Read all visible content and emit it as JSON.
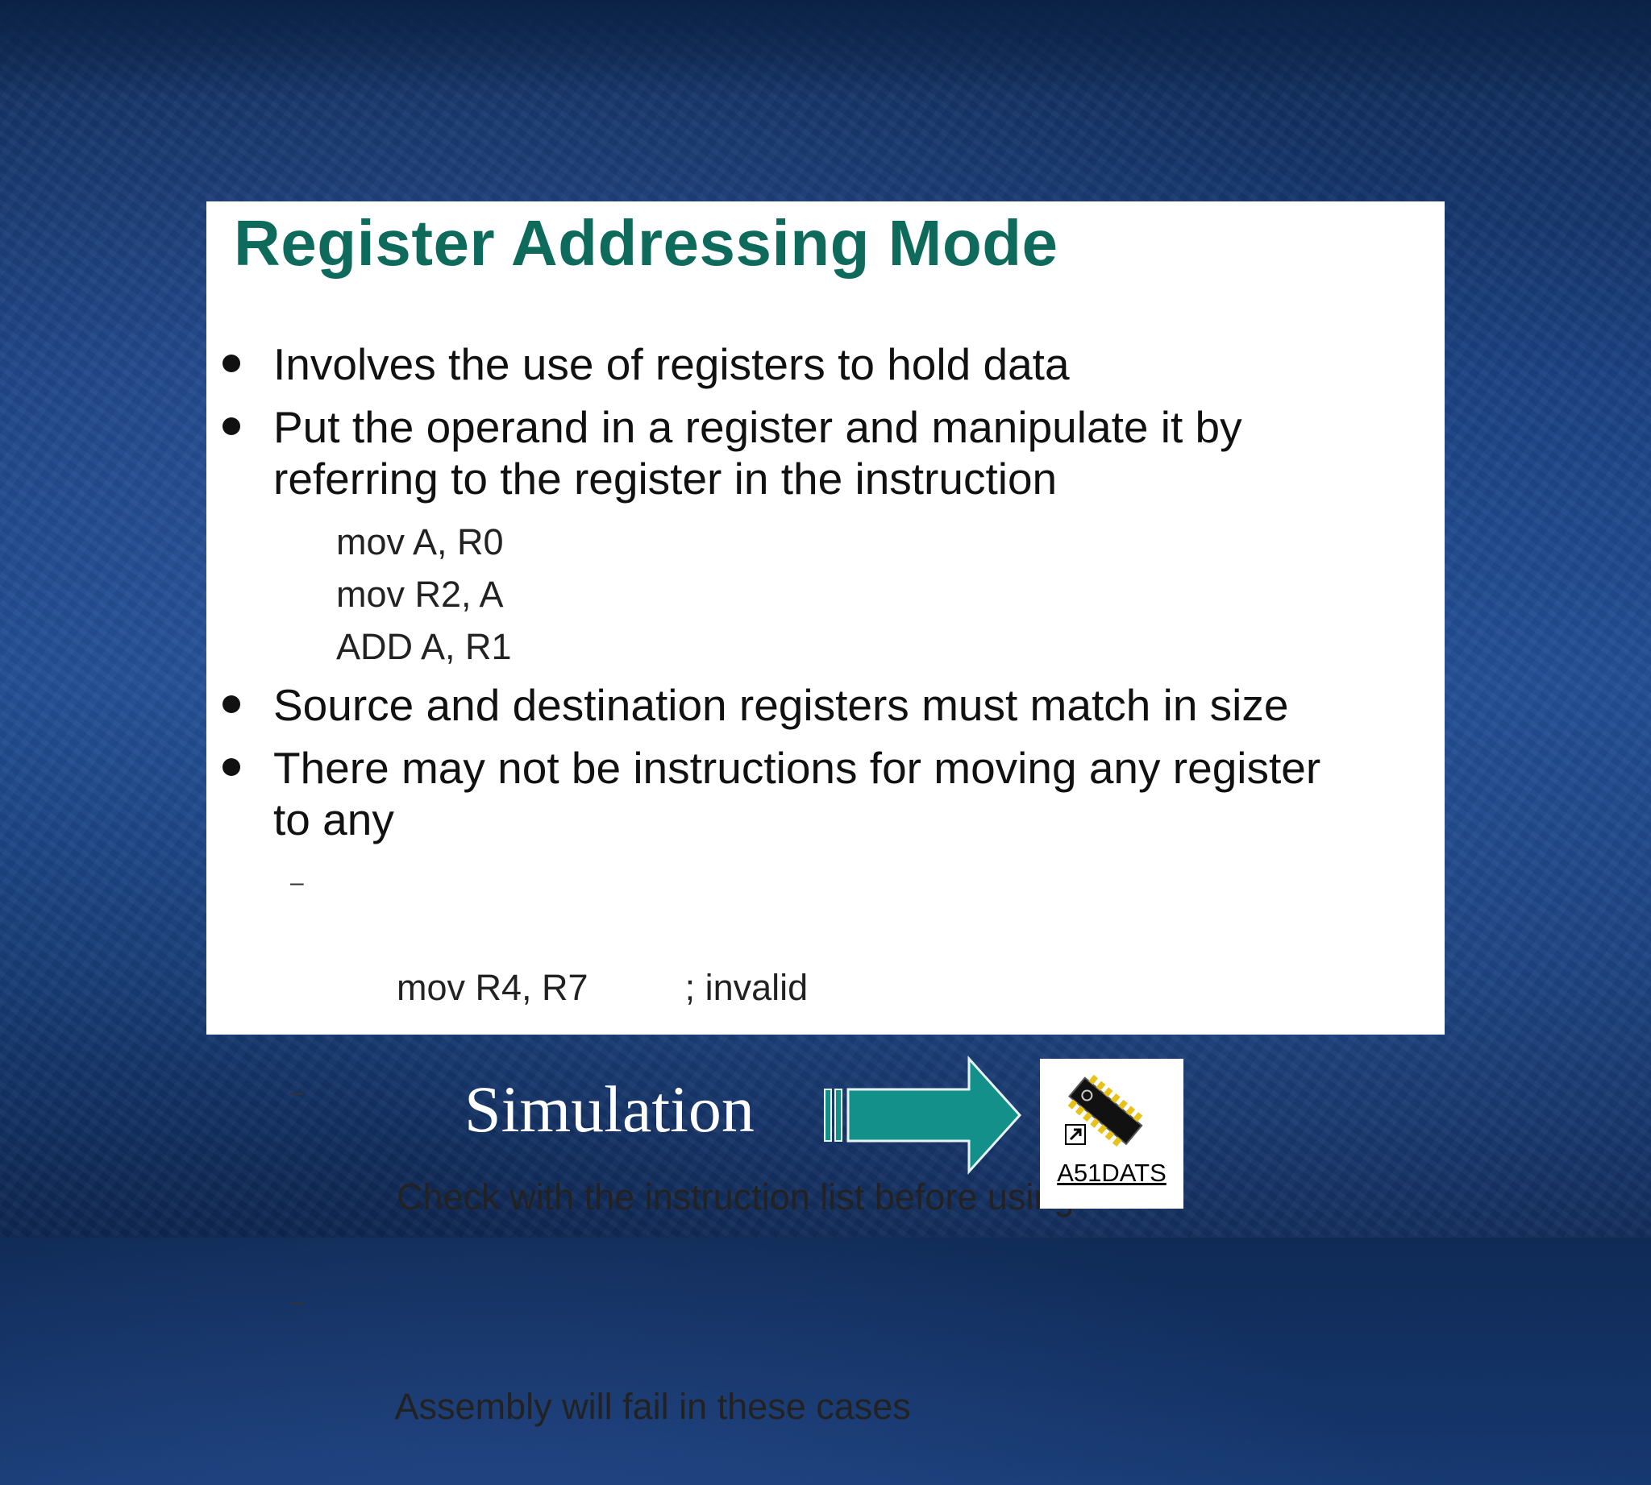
{
  "slide": {
    "title": "Register Addressing Mode",
    "bullets": [
      {
        "text": "Involves the use of registers to hold data"
      },
      {
        "line1": "Put the operand in a register and manipulate it by",
        "line2": "referring to the register in the instruction"
      },
      {
        "text": "Source and destination registers must match in size"
      },
      {
        "line1": "There may not be instructions for moving any register",
        "line2": "to any"
      }
    ],
    "code_lines": [
      "mov A, R0",
      "mov R2, A",
      "ADD A, R1"
    ],
    "sub_items": [
      {
        "text": "mov R4, R7",
        "comment": "; invalid"
      },
      {
        "text": "Check with the instruction list before using"
      },
      {
        "text": "Assembly will fail in these cases"
      }
    ]
  },
  "footer": {
    "caption": "Simulation",
    "app_icon": {
      "icon": "chip-icon",
      "label": "A51DATS"
    }
  },
  "colors": {
    "title": "#0e6b5c",
    "arrow": "#139089",
    "background": "#1d4a8d"
  }
}
